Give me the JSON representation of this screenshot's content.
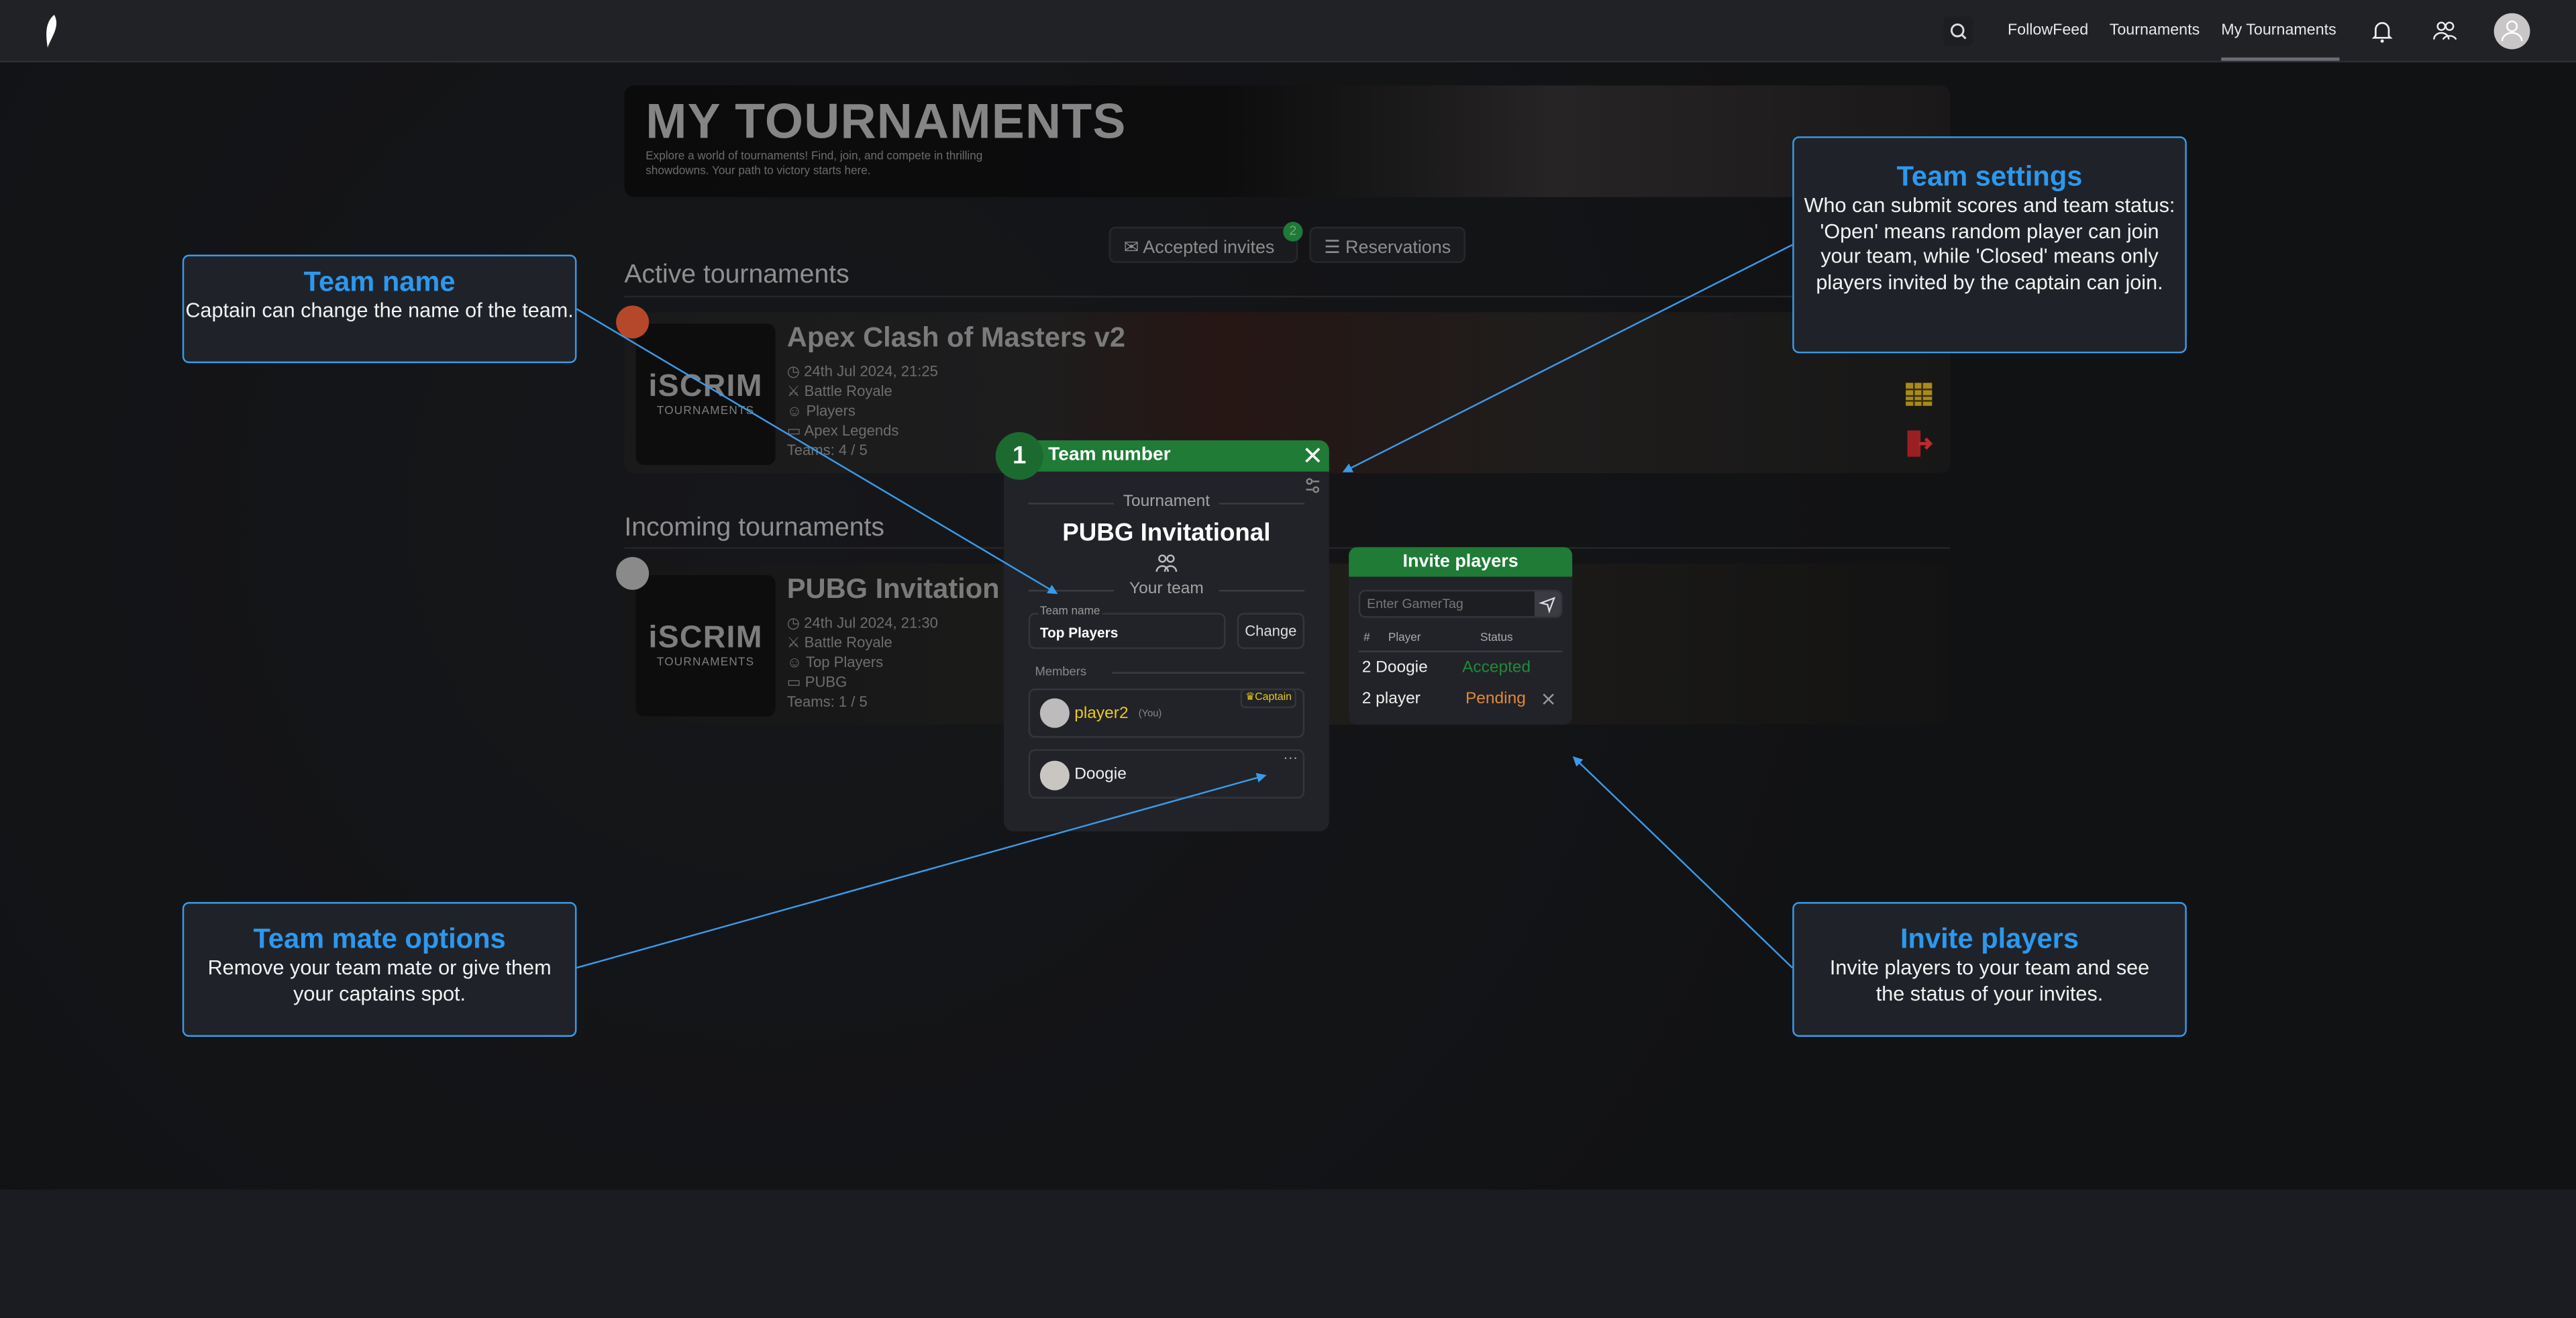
{
  "nav": {
    "items": [
      "FollowFeed",
      "Tournaments",
      "My Tournaments"
    ],
    "active": "My Tournaments",
    "icons": [
      "logo-feather-icon",
      "search-icon",
      "bell-icon",
      "friends-icon",
      "user-avatar-icon"
    ]
  },
  "hero": {
    "title": "MY TOURNAMENTS",
    "subtitle": "Explore a world of tournaments! Find, join, and compete in thrilling showdowns. Your path to victory starts here."
  },
  "buttons": {
    "accepted_invites": "Accepted invites",
    "accepted_count": "2",
    "reservations": "Reservations"
  },
  "active": {
    "heading": "Active tournaments",
    "card": {
      "logo_main": "iSCRIM",
      "logo_sub": "TOURNAMENTS",
      "title": "Apex Clash of Masters v2",
      "date": "24th Jul 2024, 21:25",
      "mode": "Battle Royale",
      "team": "Players",
      "game": "Apex Legends",
      "teams": "Teams: 4 / 5",
      "status_color": "#b5482a"
    }
  },
  "incoming": {
    "heading": "Incoming tournaments",
    "card": {
      "logo_main": "iSCRIM",
      "logo_sub": "TOURNAMENTS",
      "title": "PUBG Invitation",
      "date": "24th Jul 2024, 21:30",
      "mode": "Battle Royale",
      "team": "Top Players",
      "game": "PUBG",
      "teams": "Teams: 1 / 5",
      "status_color": "#8a8a8a"
    }
  },
  "modal": {
    "number": "1",
    "title": "Team number",
    "tournament_label": "Tournament",
    "tournament_name": "PUBG Invitational",
    "your_team": "Your team",
    "team_name_label": "Team name",
    "team_name_value": "Top Players",
    "change": "Change",
    "members_label": "Members",
    "members": [
      {
        "name": "player2",
        "suffix": "(You)",
        "badge": "Captain"
      },
      {
        "name": "Doogie",
        "options": "···"
      }
    ]
  },
  "invite": {
    "title": "Invite players",
    "placeholder": "Enter GamerTag",
    "headers": [
      "#",
      "Player",
      "Status"
    ],
    "rows": [
      {
        "num": "2",
        "player": "Doogie",
        "status": "Accepted"
      },
      {
        "num": "2",
        "player": "player",
        "status": "Pending"
      }
    ],
    "colors": {
      "accepted": "#1f8a3a",
      "pending": "#e0883a"
    }
  },
  "annotations": {
    "team_name": {
      "title": "Team name",
      "text": "Captain can change the name of the team."
    },
    "team_settings": {
      "title": "Team settings",
      "text": "Who can submit scores and team status: 'Open' means random player can join your team, while 'Closed' means only players invited by the captain can join."
    },
    "team_mate": {
      "title": "Team mate options",
      "text": "Remove your team mate or give them your captains spot."
    },
    "invite_players": {
      "title": "Invite players",
      "text": "Invite players to your team and see the status of your invites."
    }
  }
}
